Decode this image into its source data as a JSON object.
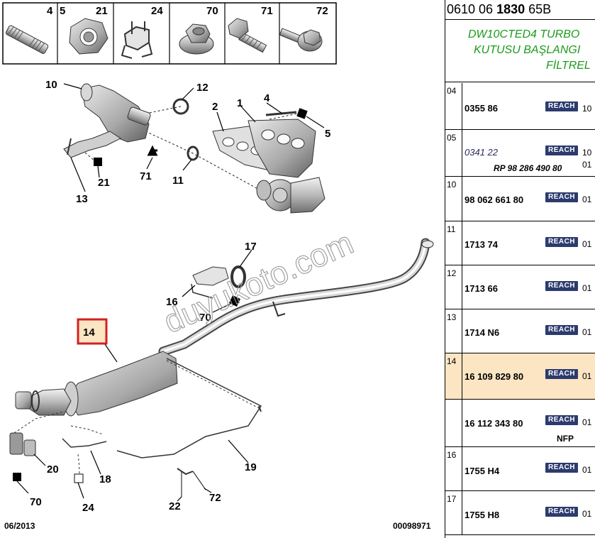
{
  "strip": {
    "items": [
      {
        "num": "4",
        "icon": "threaded-stud-icon"
      },
      {
        "num": "5",
        "icon": "hex-nut-icon"
      },
      {
        "num": "21",
        "icon": "hex-nut-icon"
      },
      {
        "num": "24",
        "icon": "bracket-clip-icon"
      },
      {
        "num": "70",
        "icon": "flange-nut-icon"
      },
      {
        "num": "71",
        "icon": "bolt-icon"
      },
      {
        "num": "72",
        "icon": "flange-bolt-icon"
      }
    ]
  },
  "labels": {
    "l10": "10",
    "l12": "12",
    "l2": "2",
    "l1": "1",
    "l4": "4",
    "l5": "5",
    "l21": "21",
    "l71": "71",
    "l11": "11",
    "l13": "13",
    "l17": "17",
    "l16": "16",
    "l70a": "70",
    "l14": "14",
    "l20": "20",
    "l18": "18",
    "l19": "19",
    "l70b": "70",
    "l24": "24",
    "l22": "22",
    "l72": "72"
  },
  "footer": {
    "date": "06/2013",
    "code": "00098971"
  },
  "watermark": "duyukoto.com",
  "panel": {
    "header_prefix": "0610 06 ",
    "header_bold": "1830",
    "header_suffix": " 65B",
    "desc_line1": "DW10CTED4 TURBO",
    "desc_line2": "KUTUSU BAŞLANGI",
    "desc_line3": "FİLTREL",
    "reach_label": "REACH",
    "rows": [
      {
        "idx": "04",
        "ref": "0355 86",
        "qty": "10",
        "sub": "",
        "qty2": ""
      },
      {
        "idx": "05",
        "ref": "0341 22",
        "qty": "10",
        "sub": "RP 98 286 490 80",
        "qty2": "01"
      },
      {
        "idx": "10",
        "ref": "98 062 661 80",
        "qty": "01",
        "sub": "",
        "qty2": ""
      },
      {
        "idx": "11",
        "ref": "1713 74",
        "qty": "01",
        "sub": "",
        "qty2": ""
      },
      {
        "idx": "12",
        "ref": "1713 66",
        "qty": "01",
        "sub": "",
        "qty2": ""
      },
      {
        "idx": "13",
        "ref": "1714 N6",
        "qty": "01",
        "sub": "",
        "qty2": ""
      },
      {
        "idx": "14",
        "ref": "16 109 829 80",
        "qty": "01",
        "sub": "",
        "qty2": ""
      },
      {
        "idx": "",
        "ref": "16 112 343 80",
        "qty": "01",
        "sub": "NFP",
        "qty2": ""
      },
      {
        "idx": "16",
        "ref": "1755 H4",
        "qty": "01",
        "sub": "",
        "qty2": ""
      },
      {
        "idx": "17",
        "ref": "1755 H8",
        "qty": "01",
        "sub": "",
        "qty2": ""
      }
    ]
  },
  "colors": {
    "highlight_box": "#d42020",
    "selected_row": "#fbe5c2",
    "reach_badge": "#2c3b6e",
    "description_text": "#1a9b1a"
  }
}
